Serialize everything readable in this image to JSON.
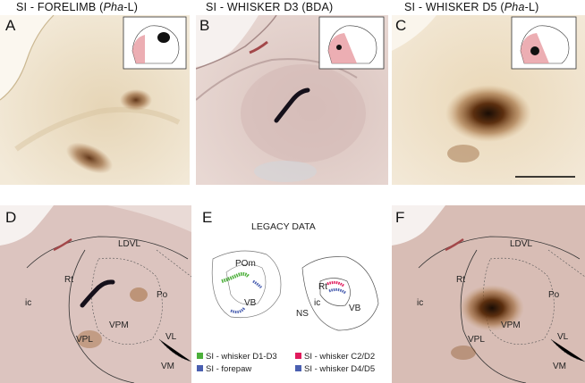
{
  "titles": {
    "a_pre": "SI - FORELIMB (",
    "a_it": "Pha",
    "a_post": "-L)",
    "b": "SI - WHISKER D3 (BDA)",
    "c_pre": "SI - WHISKER D5 (",
    "c_it": "Pha",
    "c_post": "-L)"
  },
  "letters": {
    "a": "A",
    "b": "B",
    "c": "C",
    "d": "D",
    "e": "E",
    "f": "F"
  },
  "panel_d": {
    "labels": {
      "ldvl": "LDVL",
      "rt": "Rt",
      "po": "Po",
      "ic": "ic",
      "vpm": "VPM",
      "vpl": "VPL",
      "vl": "VL",
      "vm": "VM"
    }
  },
  "panel_f": {
    "labels": {
      "ldvl": "LDVL",
      "rt": "Rt",
      "po": "Po",
      "ic": "ic",
      "vpm": "VPM",
      "vpl": "VPL",
      "vl": "VL",
      "vm": "VM"
    }
  },
  "panel_e": {
    "title": "LEGACY DATA",
    "labels": {
      "pom": "POm",
      "vb_left": "VB",
      "rt": "Rt",
      "ic": "ic",
      "ns": "NS",
      "vb_right": "VB"
    },
    "legend": [
      {
        "label": "SI - whisker D1-D3",
        "color": "#4caf3a"
      },
      {
        "label": "SI - whisker C2/D2",
        "color": "#e01a5c"
      },
      {
        "label": "SI - forepaw",
        "color": "#4a5fb0"
      },
      {
        "label": "SI - whisker D4/D5",
        "color": "#4a5fb0"
      }
    ]
  },
  "colors": {
    "pha_tissue": "#efe4cf",
    "bda_tissue": "#e2cfcb",
    "stain_brown": "#6b3a16",
    "stain_black": "#151018",
    "cortex_red": "#e79aa0"
  }
}
